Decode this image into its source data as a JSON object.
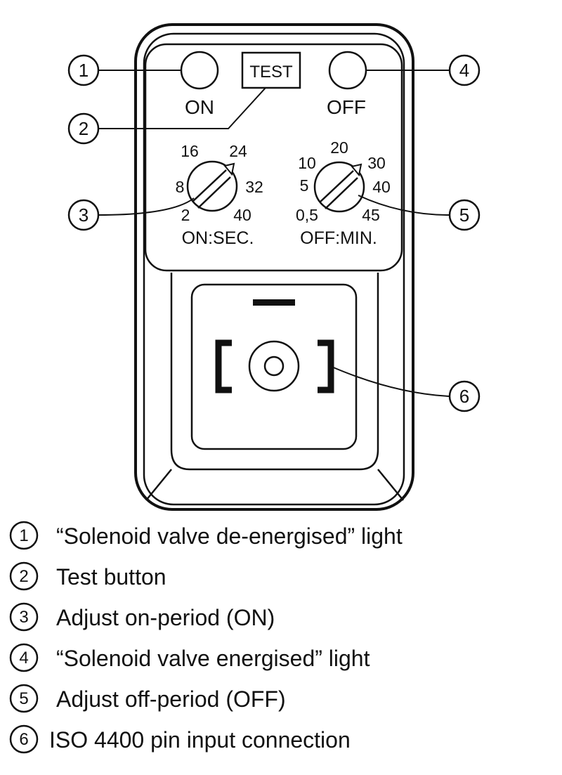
{
  "device": {
    "on_label": "ON",
    "off_label": "OFF",
    "test_label": "TEST",
    "on_dial": {
      "values": [
        "16",
        "24",
        "8",
        "32",
        "2",
        "40"
      ],
      "caption": "ON:SEC."
    },
    "off_dial": {
      "values": [
        "20",
        "10",
        "30",
        "5",
        "40",
        "0,5",
        "45"
      ],
      "caption": "OFF:MIN."
    }
  },
  "callouts": [
    "1",
    "2",
    "3",
    "4",
    "5",
    "6"
  ],
  "legend": [
    {
      "num": "1",
      "text": "“Solenoid valve de-energised” light"
    },
    {
      "num": "2",
      "text": "Test button"
    },
    {
      "num": "3",
      "text": "Adjust on-period (ON)"
    },
    {
      "num": "4",
      "text": "“Solenoid valve energised” light"
    },
    {
      "num": "5",
      "text": "Adjust off-period (OFF)"
    },
    {
      "num": "6",
      "text": "ISO 4400 pin input connection"
    }
  ]
}
